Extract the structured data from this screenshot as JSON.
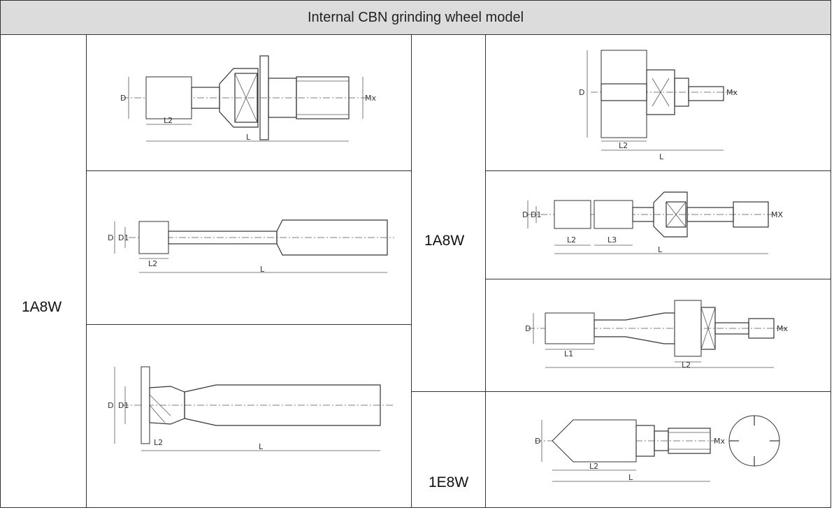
{
  "header": {
    "title": "Internal CBN grinding wheel model"
  },
  "rows": {
    "left_type": "1A8W",
    "mid_type_upper": "1A8W",
    "mid_type_lower": "1E8W"
  },
  "dim_labels": {
    "D": "D",
    "D1": "D1",
    "L": "L",
    "L1": "L1",
    "L2": "L2",
    "L3": "L3",
    "MX": "MX",
    "Mx": "Mx"
  }
}
